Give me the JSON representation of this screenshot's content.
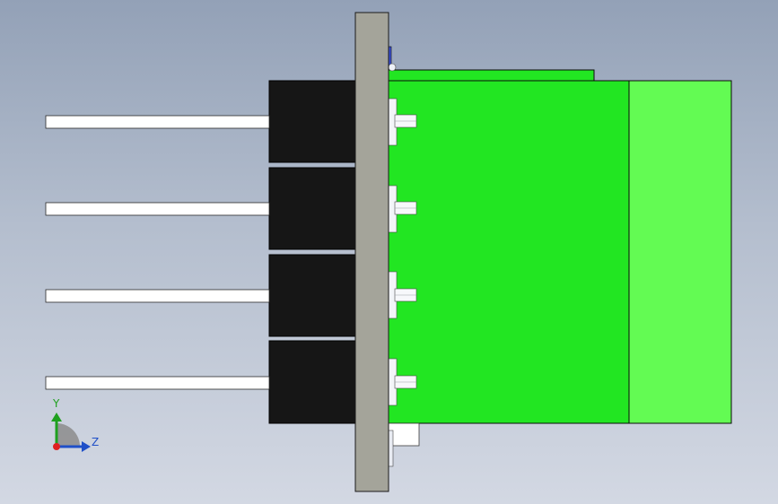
{
  "view": {
    "background_top": "#93a1b7",
    "background_bottom": "#d3d8e3"
  },
  "model": {
    "pcb_color": "#22e622",
    "end_block_color": "#63fb53",
    "connector_housing_color": "#161616",
    "flange_color": "#a4a49a",
    "pin_color": "#ffffff",
    "pin_count": 4
  },
  "triad": {
    "y_label": "Y",
    "z_label": "Z",
    "y_color": "#1fa01f",
    "z_color": "#1f4fc8",
    "x_color": "#e02020",
    "icon": "coordinate-triad-icon"
  }
}
